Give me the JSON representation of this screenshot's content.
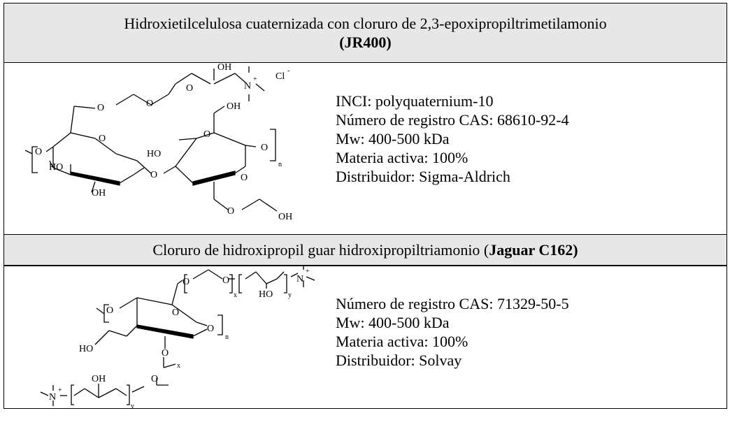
{
  "polymer1": {
    "title": "Hidroxietilcelulosa cuaternizada con cloruro de 2,3-epoxipropiltrimetilamonio",
    "code": "(JR400)",
    "props": [
      "INCI: polyquaternium-10",
      "Número de registro CAS: 68610-92-4",
      "Mw: 400-500 kDa",
      "Materia activa: 100%",
      "Distribuidor: Sigma-Aldrich"
    ],
    "labels": {
      "oh": "OH",
      "ho": "HO",
      "o": "O",
      "n": "N",
      "plus": "+",
      "cl": "Cl",
      "minus": "-",
      "sub_n": "n"
    }
  },
  "polymer2": {
    "title": "Cloruro de hidroxipropil guar hidroxipropiltriamonio (",
    "code": "Jaguar C162)",
    "props": [
      "Número de registro CAS: 71329-50-5",
      "Mw: 400-500 kDa",
      "Materia activa: 100%",
      "Distribuidor: Solvay"
    ],
    "labels": {
      "oh": "OH",
      "ho": "HO",
      "o": "O",
      "n": "N",
      "plus": "+",
      "sub_n": "n",
      "sub_x": "x",
      "sub_y": "y"
    }
  }
}
